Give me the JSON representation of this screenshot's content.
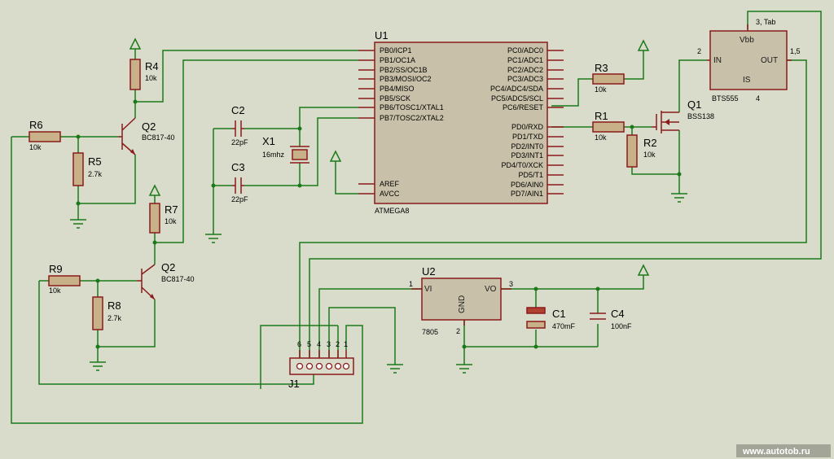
{
  "u1": {
    "ref": "U1",
    "part": "ATMEGA8",
    "pins_left": [
      "PB0/ICP1",
      "PB1/OC1A",
      "PB2/SS/OC1B",
      "PB3/MOSI/OC2",
      "PB4/MISO",
      "PB5/SCK",
      "PB6/TOSC1/XTAL1",
      "PB7/TOSC2/XTAL2",
      "AREF",
      "AVCC"
    ],
    "pins_right": [
      "PC0/ADC0",
      "PC1/ADC1",
      "PC2/ADC2",
      "PC3/ADC3",
      "PC4/ADC4/SDA",
      "PC5/ADC5/SCL",
      "PC6/RESET",
      "PD0/RXD",
      "PD1/TXD",
      "PD2/INT0",
      "PD3/INT1",
      "PD4/T0/XCK",
      "PD5/T1",
      "PD6/AIN0",
      "PD7/AIN1"
    ]
  },
  "u2": {
    "ref": "U2",
    "part": "7805",
    "vi": "VI",
    "vo": "VO",
    "gnd": "GND",
    "pin1": "1",
    "pin2": "2",
    "pin3": "3"
  },
  "bts": {
    "part": "BTS555",
    "vbb": "Vbb",
    "in": "IN",
    "out": "OUT",
    "is": "IS",
    "pin_tab": "3, Tab",
    "pin_in": "2",
    "pin_out": "1,5",
    "pin_is": "4"
  },
  "resistors": {
    "r1": {
      "ref": "R1",
      "value": "10k"
    },
    "r2": {
      "ref": "R2",
      "value": "10k"
    },
    "r3": {
      "ref": "R3",
      "value": "10k"
    },
    "r4": {
      "ref": "R4",
      "value": "10k"
    },
    "r5": {
      "ref": "R5",
      "value": "2.7k"
    },
    "r6": {
      "ref": "R6",
      "value": "10k"
    },
    "r7": {
      "ref": "R7",
      "value": "10k"
    },
    "r8": {
      "ref": "R8",
      "value": "2.7k"
    },
    "r9": {
      "ref": "R9",
      "value": "10k"
    }
  },
  "capacitors": {
    "c1": {
      "ref": "C1",
      "value": "470mF"
    },
    "c2": {
      "ref": "C2",
      "value": "22pF"
    },
    "c3": {
      "ref": "C3",
      "value": "22pF"
    },
    "c4": {
      "ref": "C4",
      "value": "100nF"
    }
  },
  "crystal": {
    "ref": "X1",
    "value": "16mhz"
  },
  "transistors": {
    "q2a": {
      "ref": "Q2",
      "part": "BC817-40"
    },
    "q2b": {
      "ref": "Q2",
      "part": "BC817-40"
    },
    "q1": {
      "ref": "Q1",
      "part": "BSS138"
    }
  },
  "connector": {
    "ref": "J1",
    "pins": [
      "6",
      "5",
      "4",
      "3",
      "2",
      "1"
    ]
  },
  "watermark": "www.autotob.ru"
}
